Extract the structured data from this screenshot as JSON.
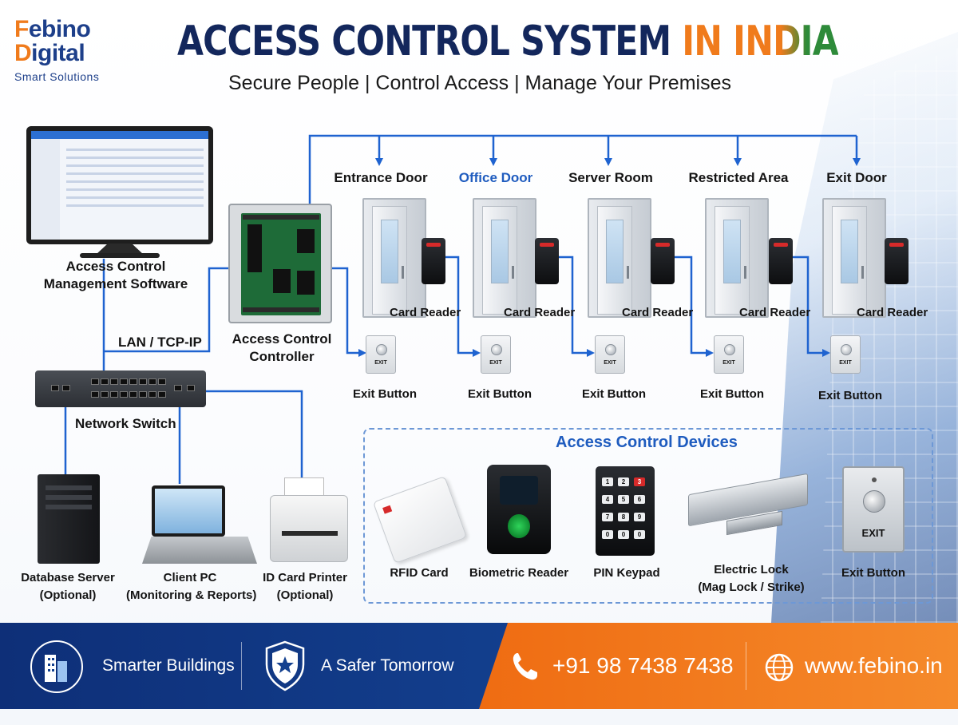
{
  "brand": {
    "logo_line1": "ebino",
    "logo_letter": "F",
    "logo_line2": "Digital",
    "tagline": "Smart Solutions"
  },
  "header": {
    "title_main": "ACCESS CONTROL SYSTEM ",
    "title_in": "IN ",
    "title_india": "INDIA",
    "subtitle": "Secure People | Control Access | Manage Your Premises"
  },
  "diagram": {
    "software_label_1": "Access Control",
    "software_label_2": "Management Software",
    "lan_label": "LAN / TCP-IP",
    "controller_label_1": "Access Control",
    "controller_label_2": "Controller",
    "switch_label": "Network Switch",
    "doors": [
      {
        "name": "Entrance Door",
        "reader": "Card Reader",
        "exit": "Exit Button"
      },
      {
        "name": "Office Door",
        "reader": "Card Reader",
        "exit": "Exit Button"
      },
      {
        "name": "Server Room",
        "reader": "Card Reader",
        "exit": "Exit Button"
      },
      {
        "name": "Restricted Area",
        "reader": "Card Reader",
        "exit": "Exit Button"
      },
      {
        "name": "Exit Door",
        "reader": "Card Reader",
        "exit": "Exit Button"
      }
    ],
    "exit_plate_text": "EXIT",
    "network_devices": [
      {
        "label_1": "Database Server",
        "label_2": "(Optional)"
      },
      {
        "label_1": "Client PC",
        "label_2": "(Monitoring & Reports)"
      },
      {
        "label_1": "ID Card Printer",
        "label_2": "(Optional)"
      }
    ]
  },
  "devices_panel": {
    "title": "Access Control Devices",
    "items": [
      {
        "label_1": "RFID Card",
        "label_2": ""
      },
      {
        "label_1": "Biometric Reader",
        "label_2": ""
      },
      {
        "label_1": "PIN Keypad",
        "label_2": ""
      },
      {
        "label_1": "Electric Lock",
        "label_2": "(Mag Lock / Strike)"
      },
      {
        "label_1": "Exit Button",
        "label_2": ""
      }
    ],
    "keypad_keys": [
      "1",
      "2",
      "3",
      "4",
      "5",
      "6",
      "7",
      "8",
      "9",
      "0",
      "0",
      "0"
    ]
  },
  "footer": {
    "item1": "Smarter Buildings",
    "item2": "A Safer Tomorrow",
    "phone": "+91 98 7438 7438",
    "website": "www.febino.in"
  },
  "colors": {
    "brand_blue": "#13275c",
    "brand_orange": "#f07b1c",
    "india_green": "#2e8b3a",
    "wire_blue": "#1f63d0",
    "footer_blue": "#0e2f78",
    "footer_orange": "#ef6c12"
  }
}
